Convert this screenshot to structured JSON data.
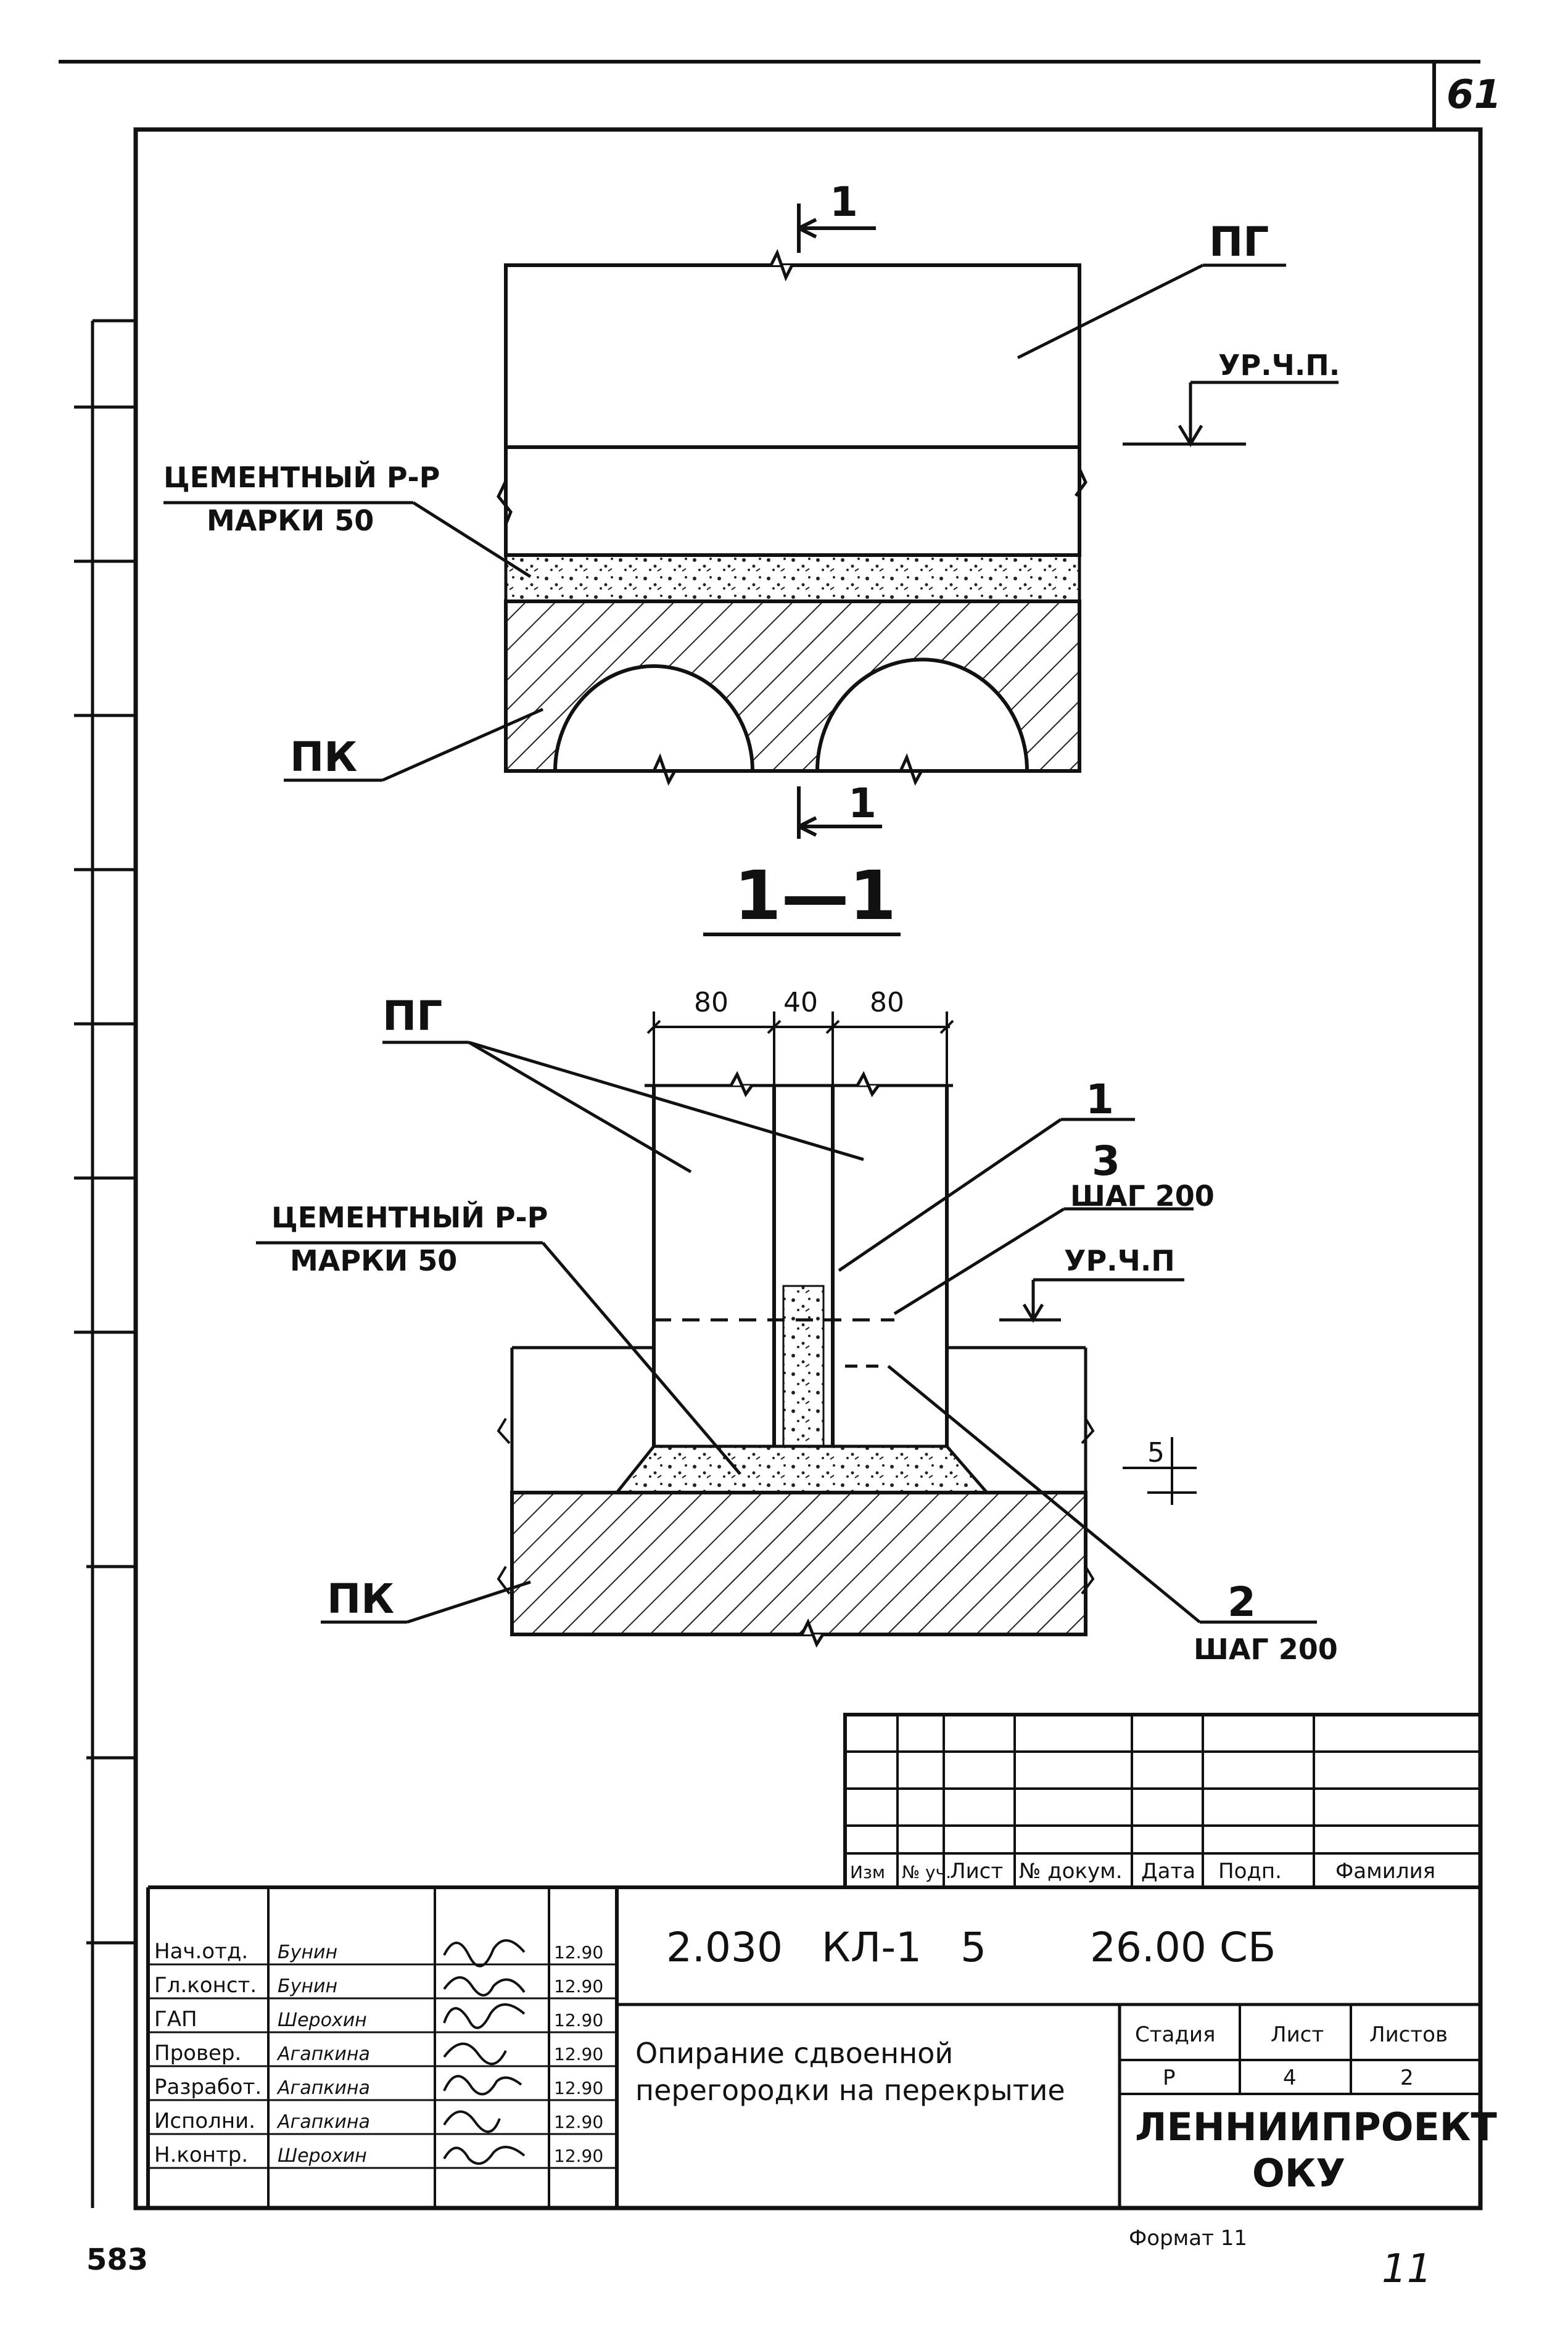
{
  "sheet_number": "61",
  "plan": {
    "section_marker_top": "1",
    "section_marker_bottom": "1",
    "label_pg": "ПГ",
    "label_level": "УР.Ч.П.",
    "label_mortar_line1": "ЦЕМЕНТНЫЙ Р-Р",
    "label_mortar_line2": "МАРКИ 50",
    "label_pk": "ПК"
  },
  "section": {
    "title": "1—1",
    "dim_left": "80",
    "dim_mid": "40",
    "dim_right": "80",
    "label_pg": "ПГ",
    "label_mortar_line1": "ЦЕМЕНТНЫЙ Р-Р",
    "label_mortar_line2": "МАРКИ 50",
    "label_pk": "ПК",
    "callout_1": "1",
    "callout_3": "3",
    "callout_3_note": "ШАГ 200",
    "callout_2": "2",
    "callout_2_note": "ШАГ 200",
    "label_level": "УР.Ч.П",
    "dim_gap": "5"
  },
  "revision_table": {
    "headers": [
      "Изм",
      "№ уч.",
      "Лист",
      "№ докум.",
      "Дата",
      "Подп.",
      "Фамилия"
    ]
  },
  "title_block": {
    "document_code": "2.030   КЛ-1   5        26.00 СБ",
    "title_line1": "Опирание сдвоенной",
    "title_line2": "перегородки на перекрытие",
    "stage_header": "Стадия",
    "sheet_header": "Лист",
    "sheets_header": "Листов",
    "stage_value": "Р",
    "sheet_value": "4",
    "sheets_value": "2",
    "organization_line1": "ЛЕННИИПРОЕКТ",
    "organization_line2": "ОКУ",
    "signatures": [
      {
        "role": "Нач.отд.",
        "name": "Бунин",
        "date": "12.90"
      },
      {
        "role": "Гл.конст.",
        "name": "Бунин",
        "date": "12.90"
      },
      {
        "role": "ГАП",
        "name": "Шерохин",
        "date": "12.90"
      },
      {
        "role": "Провер.",
        "name": "Агапкина",
        "date": "12.90"
      },
      {
        "role": "Разработ.",
        "name": "Агапкина",
        "date": "12.90"
      },
      {
        "role": "Исполни.",
        "name": "Агапкина",
        "date": "12.90"
      },
      {
        "role": "Н.контр.",
        "name": "Шерохин",
        "date": "12.90"
      }
    ],
    "format_label": "Формат 11"
  },
  "page_number_left": "583",
  "page_number_right": "11"
}
